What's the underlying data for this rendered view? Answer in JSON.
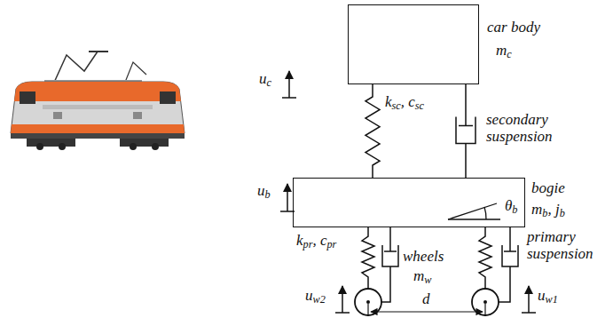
{
  "diagram": {
    "nodes": [
      {
        "text": [
          "car body",
          "mc"
        ]
      },
      {
        "text": [
          "bogie",
          "mb, jb",
          "θb"
        ]
      }
    ],
    "edges": [
      {
        "from": 0,
        "to": 1,
        "arrow": "none"
      },
      {
        "from": 0,
        "to": 1,
        "arrow": "none"
      }
    ],
    "labels": [
      "uc",
      "ksc, csc",
      "secondary suspension",
      "ub",
      "kpr, cpr",
      "wheels",
      "mw",
      "primary suspension",
      "uw2",
      "uw1",
      "d"
    ]
  }
}
